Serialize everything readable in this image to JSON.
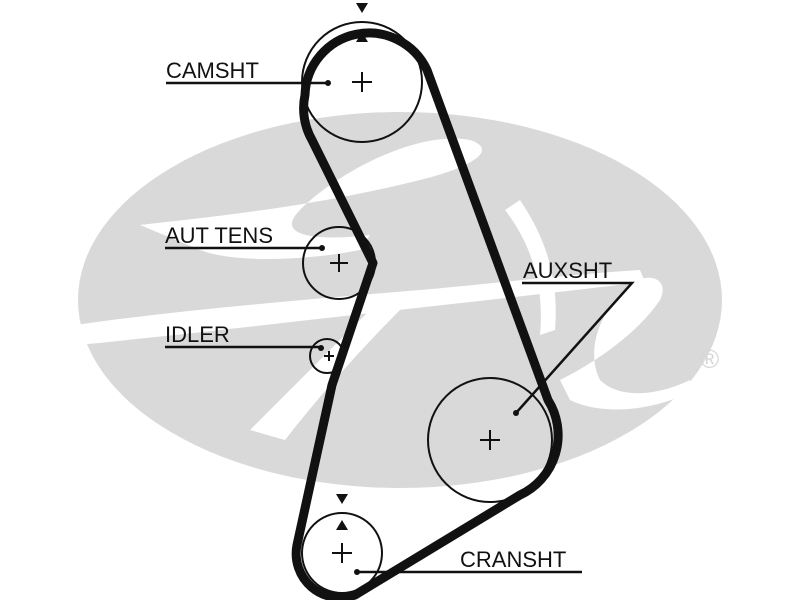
{
  "diagram": {
    "title": "Timing belt routing diagram",
    "watermark": {
      "brand": "Gates",
      "registered_mark": "®",
      "color": "#d9d9d9"
    },
    "colors": {
      "belt": "#111111",
      "pulley_outline": "#111111",
      "label_text": "#111111",
      "background": "#ffffff"
    },
    "components": [
      {
        "id": "camshaft",
        "label": "CAMSHT",
        "description": "Camshaft pulley",
        "timing_mark": true
      },
      {
        "id": "auto-tensioner",
        "label": "AUT TENS",
        "description": "Automatic tensioner",
        "timing_mark": false
      },
      {
        "id": "idler",
        "label": "IDLER",
        "description": "Idler pulley",
        "timing_mark": false
      },
      {
        "id": "auxiliary-shaft",
        "label": "AUXSHT",
        "description": "Auxiliary shaft pulley",
        "timing_mark": false
      },
      {
        "id": "crankshaft",
        "label": "CRANSHT",
        "description": "Crankshaft pulley",
        "timing_mark": true
      }
    ],
    "belt_route": [
      "camshaft",
      "auxiliary-shaft",
      "crankshaft",
      "idler",
      "auto-tensioner",
      "camshaft"
    ]
  }
}
